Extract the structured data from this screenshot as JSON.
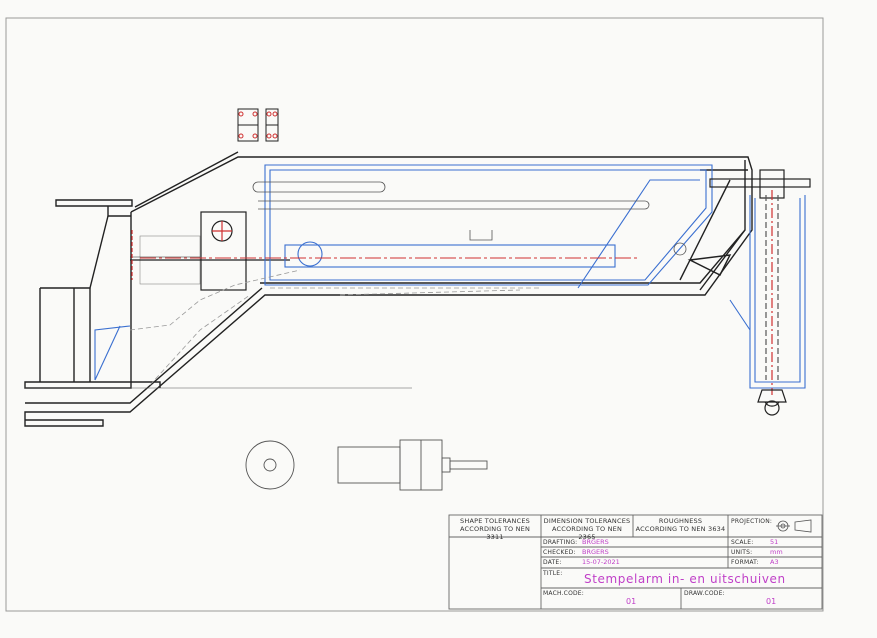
{
  "title_block": {
    "shape_tolerances": [
      "SHAPE TOLERANCES",
      "ACCORDING TO NEN 3311"
    ],
    "dimension_tolerances": [
      "DIMENSION TOLERANCES",
      "ACCORDING TO NEN 2365"
    ],
    "roughness": [
      "ROUGHNESS",
      "ACCORDING TO NEN 3634"
    ],
    "projection_label": "PROJECTION:",
    "drafting_label": "DRAFTING:",
    "drafting_value": "BRGERS",
    "checked_label": "CHECKED:",
    "checked_value": "BRGERS",
    "date_label": "DATE:",
    "date_value": "15-07-2021",
    "scale_label": "SCALE:",
    "scale_value": "51",
    "units_label": "UNITS:",
    "units_value": "mm",
    "format_label": "FORMAT:",
    "format_value": "A3",
    "title_label": "TITLE:",
    "title_value": "Stempelarm in- en uitschuiven",
    "mach_code_label": "MACH.CODE:",
    "mach_code_value": "01",
    "draw_code_label": "DRAW.CODE:",
    "draw_code_value": "01"
  },
  "colors": {
    "outline": "#222222",
    "blue": "#3a6fd0",
    "red": "#d03030",
    "dashed": "#888888",
    "text_value": "#c040c8"
  },
  "icons": [
    "projection-symbol-icon"
  ]
}
